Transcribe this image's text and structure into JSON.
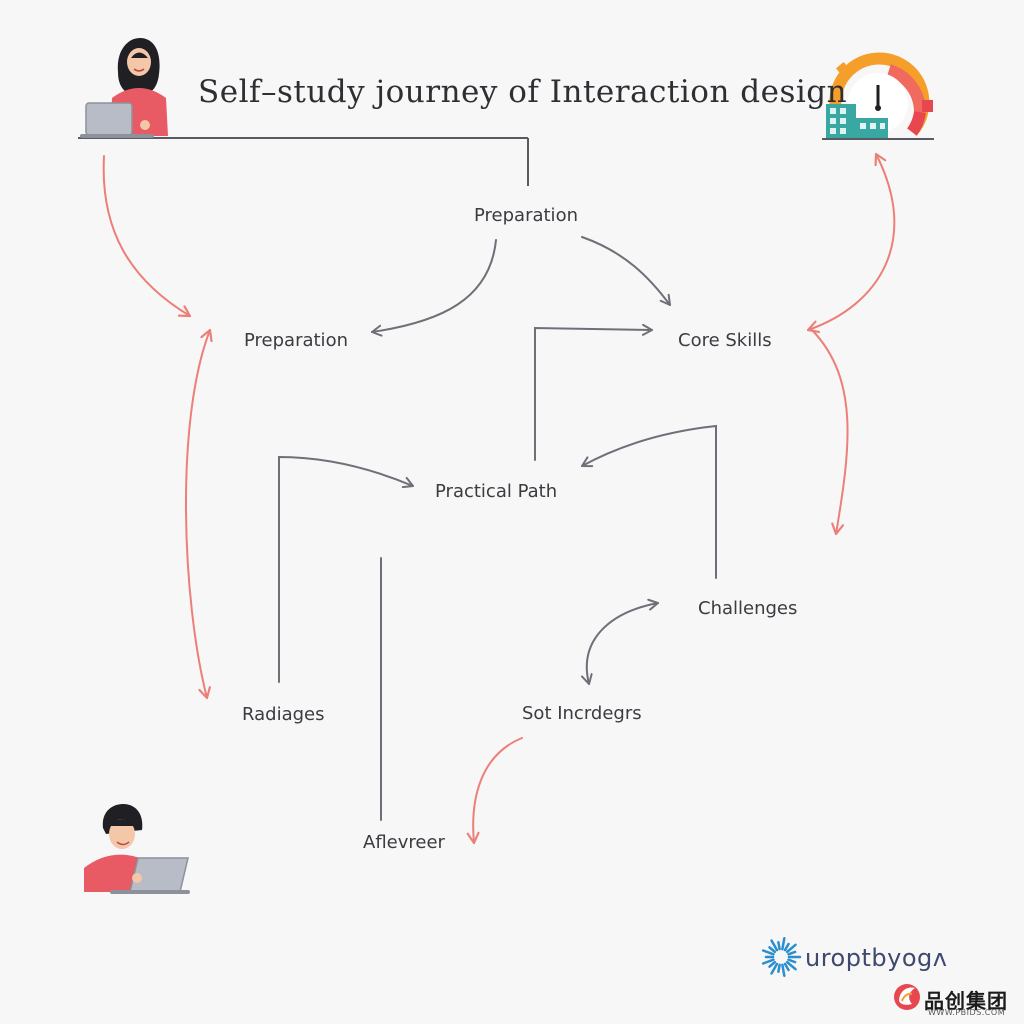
{
  "title": "Self–study journey of Interaction design",
  "nodes": {
    "preparation_top": "Preparation",
    "preparation_left": "Preparation",
    "core_skills": "Core Skills",
    "practical_path": "Practical Path",
    "challenges": "Challenges",
    "radiages": "Radiages",
    "sot_incrdegrs": "Sot Incrdegrs",
    "aflevreer": "Aflevreer"
  },
  "watermark": {
    "brand": "uroptbyogʌ",
    "logo_text": "品创集团",
    "logo_url_text": "WWW.PBIDS.COM"
  },
  "icons": {
    "top_left": "person-with-laptop-icon",
    "top_right": "gauge-gear-icon",
    "bottom_left": "person-with-laptop-icon",
    "brand": "sunburst-logo-icon",
    "corner": "flame-logo-icon"
  },
  "colors": {
    "gray_connector": "#6f6f78",
    "coral_connector": "#ec7f78",
    "shirt": "#e85a64",
    "laptop": "#b8bcc6",
    "gauge": [
      "#f59e2a",
      "#f06a5e",
      "#e8474f"
    ],
    "buildings": "#3aa8a2",
    "brand_blue": "#2a8ecf"
  }
}
